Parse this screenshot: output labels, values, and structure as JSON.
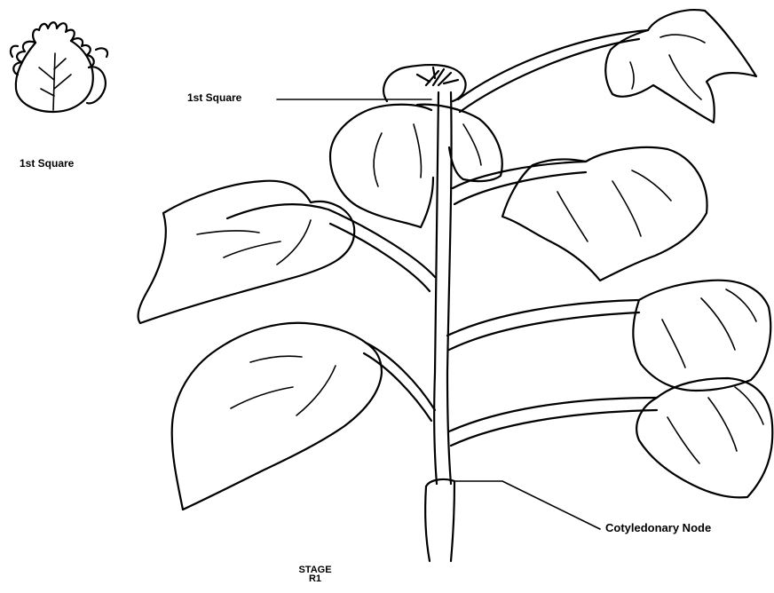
{
  "labels": {
    "inset_square": "1st Square",
    "first_square": "1st Square",
    "cotyledonary_node": "Cotyledonary Node"
  },
  "stage": {
    "line1": "STAGE",
    "line2": "R1"
  },
  "colors": {
    "ink": "#000000",
    "background": "#ffffff"
  }
}
